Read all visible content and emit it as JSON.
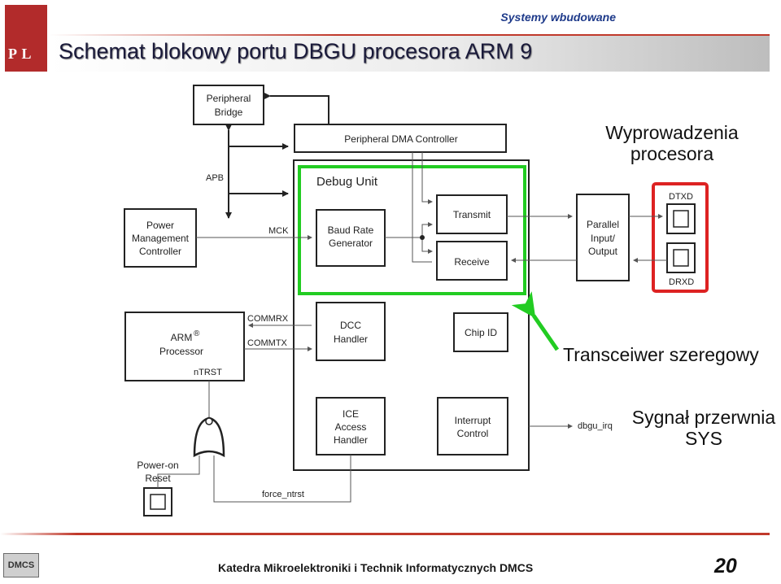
{
  "header": {
    "subtitle": "Systemy wbudowane",
    "title": "Schemat blokowy portu DBGU procesora ARM 9",
    "logo_text": "P L"
  },
  "diagram": {
    "peripheral_bridge": [
      "Peripheral",
      "Bridge"
    ],
    "pdc": "Peripheral DMA Controller",
    "apb": "APB",
    "debug_unit": "Debug Unit",
    "pmc": [
      "Power",
      "Management",
      "Controller"
    ],
    "mck": "MCK",
    "baud": [
      "Baud Rate",
      "Generator"
    ],
    "transmit": "Transmit",
    "receive": "Receive",
    "pio": [
      "Parallel",
      "Input/",
      "Output"
    ],
    "dtxd": "DTXD",
    "drxd": "DRXD",
    "arm": [
      "ARM",
      "Processor"
    ],
    "arm_reg": "®",
    "commrx": "COMMRX",
    "commtx": "COMMTX",
    "ntrst": "nTRST",
    "dcc": [
      "DCC",
      "Handler"
    ],
    "chip_id": "Chip ID",
    "ice": [
      "ICE",
      "Access",
      "Handler"
    ],
    "interrupt": [
      "Interrupt",
      "Control"
    ],
    "dbgu_irq": "dbgu_irq",
    "por": [
      "Power-on",
      "Reset"
    ],
    "force_ntrst": "force_ntrst"
  },
  "annotations": {
    "pins": [
      "Wyprowadzenia",
      "procesora"
    ],
    "transceiver": "Transceiwer szeregowy",
    "irq": [
      "Sygnał przerwnia",
      "SYS"
    ]
  },
  "colors": {
    "highlight_green": "#22cc22",
    "highlight_red": "#dd2222",
    "arrow_green": "#22cc22",
    "accent_red": "#c0392b"
  },
  "footer": {
    "logo": "DMCS",
    "department": "Katedra Mikroelektroniki i Technik Informatycznych DMCS",
    "page": "20"
  }
}
